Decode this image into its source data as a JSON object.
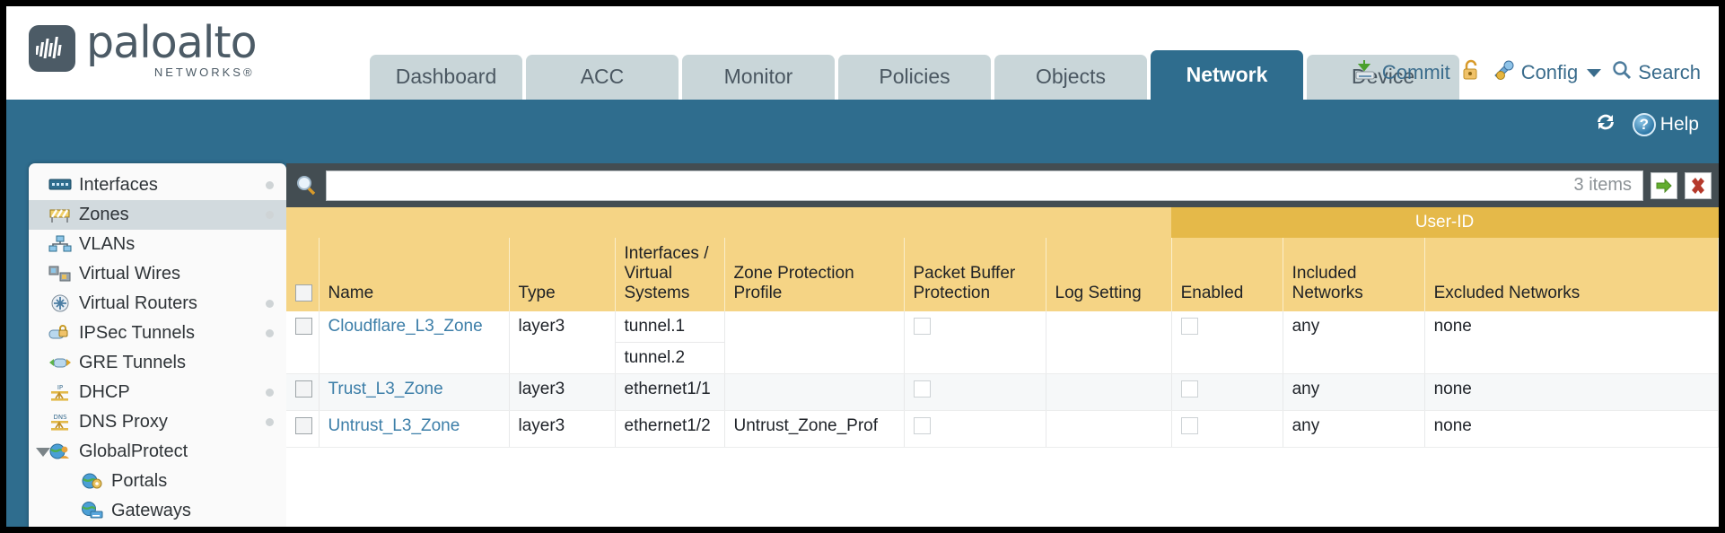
{
  "brand": {
    "name": "paloalto",
    "sub": "NETWORKS®"
  },
  "nav": {
    "tabs": [
      {
        "label": "Dashboard",
        "active": false
      },
      {
        "label": "ACC",
        "active": false
      },
      {
        "label": "Monitor",
        "active": false
      },
      {
        "label": "Policies",
        "active": false
      },
      {
        "label": "Objects",
        "active": false
      },
      {
        "label": "Network",
        "active": true
      },
      {
        "label": "Device",
        "active": false
      }
    ]
  },
  "top_actions": {
    "commit": "Commit",
    "lock_icon": "padlock-icon",
    "config": "Config",
    "search": "Search"
  },
  "band": {
    "refresh_icon": "refresh-icon",
    "help": "Help"
  },
  "sidebar": {
    "items": [
      {
        "label": "Interfaces",
        "icon": "interfaces-icon",
        "selected": false,
        "child": false,
        "dot": true
      },
      {
        "label": "Zones",
        "icon": "zones-icon",
        "selected": true,
        "child": false,
        "dot": true
      },
      {
        "label": "VLANs",
        "icon": "vlans-icon",
        "selected": false,
        "child": false,
        "dot": false
      },
      {
        "label": "Virtual Wires",
        "icon": "virtual-wires-icon",
        "selected": false,
        "child": false,
        "dot": false
      },
      {
        "label": "Virtual Routers",
        "icon": "virtual-routers-icon",
        "selected": false,
        "child": false,
        "dot": true
      },
      {
        "label": "IPSec Tunnels",
        "icon": "ipsec-tunnels-icon",
        "selected": false,
        "child": false,
        "dot": true
      },
      {
        "label": "GRE Tunnels",
        "icon": "gre-tunnels-icon",
        "selected": false,
        "child": false,
        "dot": false
      },
      {
        "label": "DHCP",
        "icon": "dhcp-icon",
        "selected": false,
        "child": false,
        "dot": true
      },
      {
        "label": "DNS Proxy",
        "icon": "dns-proxy-icon",
        "selected": false,
        "child": false,
        "dot": true
      },
      {
        "label": "GlobalProtect",
        "icon": "globalprotect-icon",
        "selected": false,
        "child": false,
        "dot": false,
        "expandable": true
      },
      {
        "label": "Portals",
        "icon": "portals-icon",
        "selected": false,
        "child": true,
        "dot": false
      },
      {
        "label": "Gateways",
        "icon": "gateways-icon",
        "selected": false,
        "child": true,
        "dot": false
      }
    ]
  },
  "filter": {
    "search_value": "",
    "search_placeholder": "",
    "items_count": "3 items",
    "apply_icon": "green-arrow-icon",
    "clear_icon": "red-x-icon"
  },
  "table": {
    "group_header": "User-ID",
    "columns": [
      "Name",
      "Type",
      "Interfaces / Virtual Systems",
      "Zone Protection Profile",
      "Packet Buffer Protection",
      "Log Setting",
      "Enabled",
      "Included Networks",
      "Excluded Networks"
    ],
    "rows": [
      {
        "name": "Cloudflare_L3_Zone",
        "type": "layer3",
        "interfaces": [
          "tunnel.1",
          "tunnel.2"
        ],
        "zone_protection_profile": "",
        "packet_buffer_protection": false,
        "log_setting": "",
        "userid_enabled": false,
        "included_networks": "any",
        "excluded_networks": "none"
      },
      {
        "name": "Trust_L3_Zone",
        "type": "layer3",
        "interfaces": [
          "ethernet1/1"
        ],
        "zone_protection_profile": "",
        "packet_buffer_protection": false,
        "log_setting": "",
        "userid_enabled": false,
        "included_networks": "any",
        "excluded_networks": "none"
      },
      {
        "name": "Untrust_L3_Zone",
        "type": "layer3",
        "interfaces": [
          "ethernet1/2"
        ],
        "zone_protection_profile": "Untrust_Zone_Prof",
        "packet_buffer_protection": false,
        "log_setting": "",
        "userid_enabled": false,
        "included_networks": "any",
        "excluded_networks": "none"
      }
    ]
  },
  "colors": {
    "brand_blue": "#2f6d8e",
    "header_gold": "#f5d485",
    "group_gold": "#e5b949",
    "link_blue": "#3c7ea8",
    "filterbar_dark": "#434d52"
  }
}
